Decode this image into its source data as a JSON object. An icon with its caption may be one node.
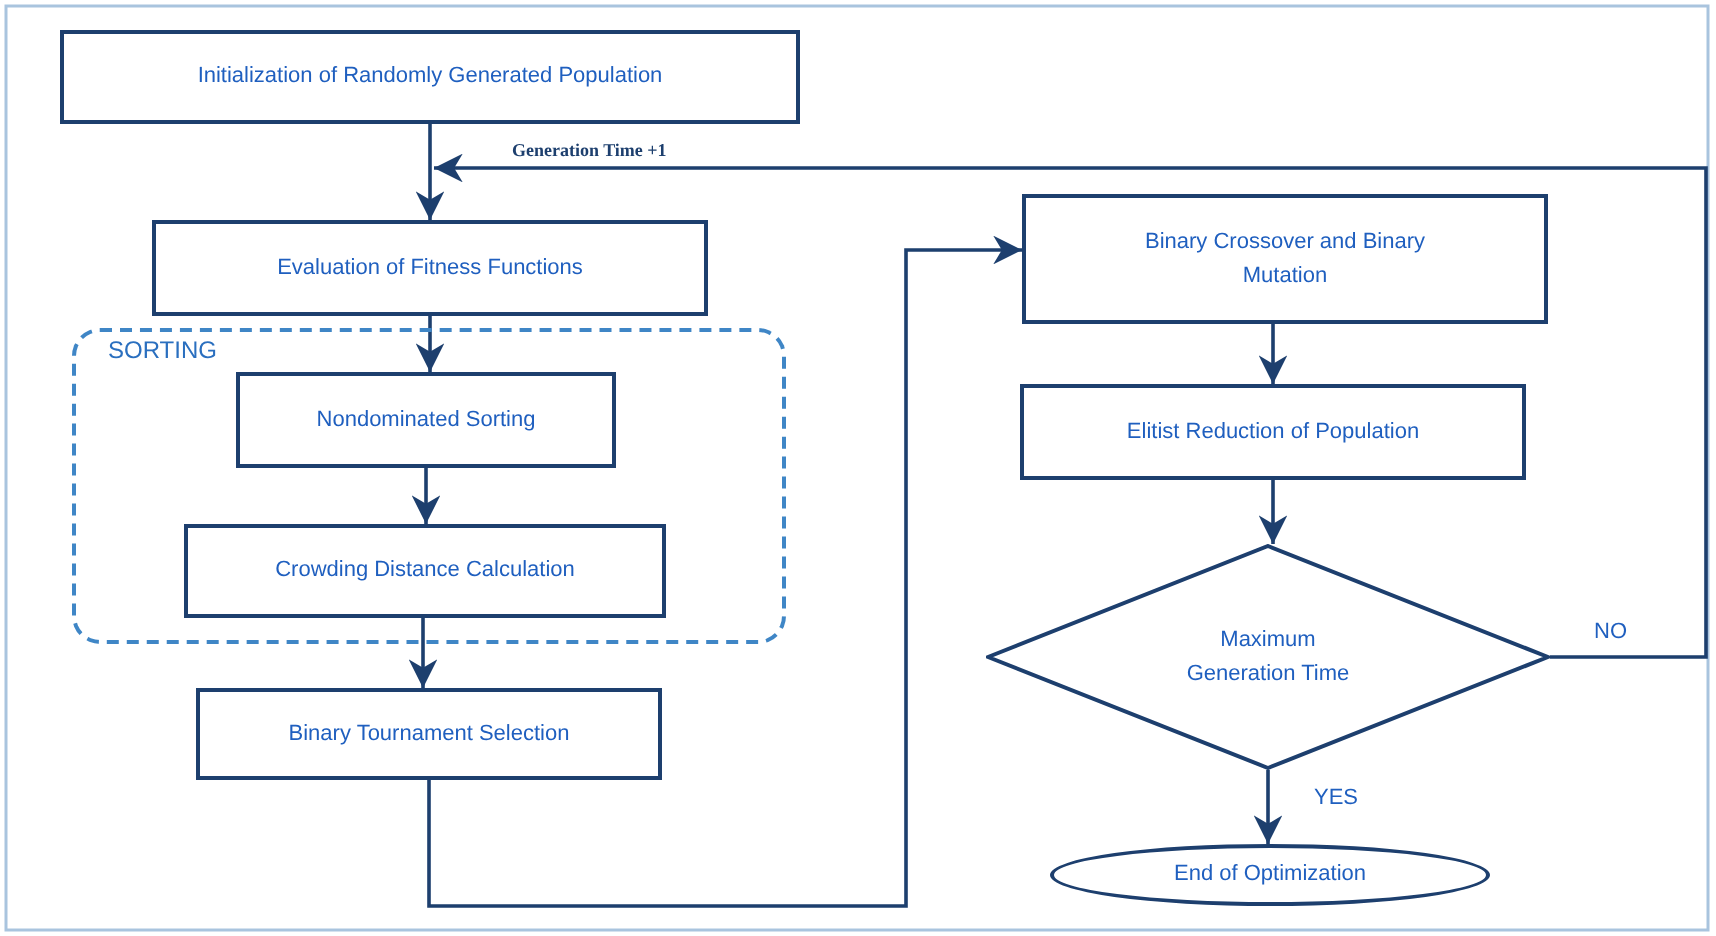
{
  "diagram": {
    "nodes": [
      {
        "text": [
          "Initialization of Randomly Generated Population"
        ]
      },
      {
        "text": [
          "Evaluation of Fitness Functions"
        ]
      },
      {
        "text": [
          "SORTING"
        ]
      },
      {
        "text": [
          "Nondominated Sorting"
        ],
        "in": 2
      },
      {
        "text": [
          "Crowding Distance Calculation"
        ],
        "in": 2
      },
      {
        "text": [
          "Binary Tournament Selection"
        ]
      },
      {
        "text": [
          "Binary Crossover and Binary Mutation"
        ]
      },
      {
        "text": [
          "Elitist Reduction of Population"
        ]
      },
      {
        "text": [
          "Maximum Generation Time"
        ]
      },
      {
        "text": [
          "End of Optimization"
        ]
      }
    ],
    "edges": [
      {
        "from": 0,
        "to": 1,
        "arrow": "to"
      },
      {
        "from": 1,
        "to": 3,
        "arrow": "to"
      },
      {
        "from": 3,
        "to": 4,
        "arrow": "to"
      },
      {
        "from": 4,
        "to": 5,
        "arrow": "to"
      },
      {
        "from": 5,
        "to": 6,
        "arrow": "to"
      },
      {
        "from": 6,
        "to": 7,
        "arrow": "to"
      },
      {
        "from": 7,
        "to": 8,
        "arrow": "to"
      },
      {
        "from": 8,
        "to": 9,
        "arrow": "to",
        "label": "YES"
      },
      {
        "from": 8,
        "to": 1,
        "arrow": "to",
        "label": "NO"
      }
    ],
    "labels": [
      "Generation Time +1"
    ]
  }
}
